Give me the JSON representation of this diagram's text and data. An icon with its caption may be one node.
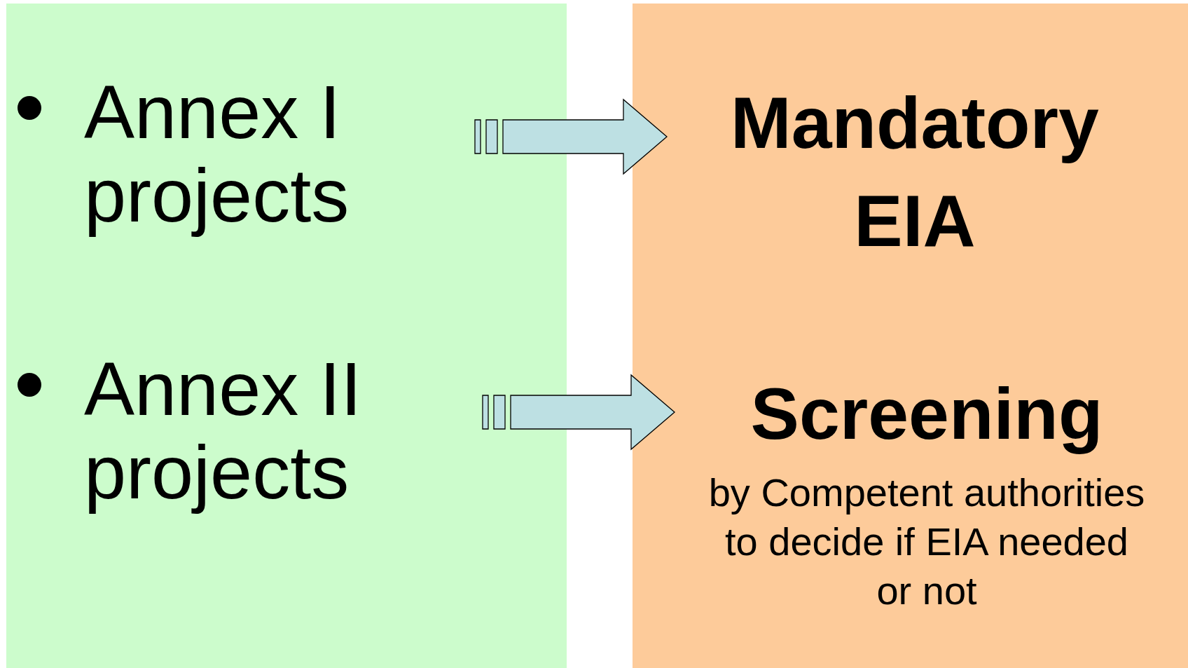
{
  "diagram": {
    "nodes": [
      {
        "text": [],
        "shape": "box"
      },
      {
        "text": [],
        "shape": "box"
      },
      {
        "text": [
          "Annex I projects"
        ],
        "in": 0
      },
      {
        "text": [
          "Annex II projects"
        ],
        "in": 0
      },
      {
        "text": [
          "Mandatory EIA"
        ],
        "in": 1
      },
      {
        "text": [
          "Screening",
          "by Competent authorities to decide if EIA needed or not"
        ],
        "in": 1
      }
    ],
    "edges": [
      {
        "from": 2,
        "to": 4,
        "arrow": "to"
      },
      {
        "from": 3,
        "to": 5,
        "arrow": "to"
      }
    ]
  }
}
